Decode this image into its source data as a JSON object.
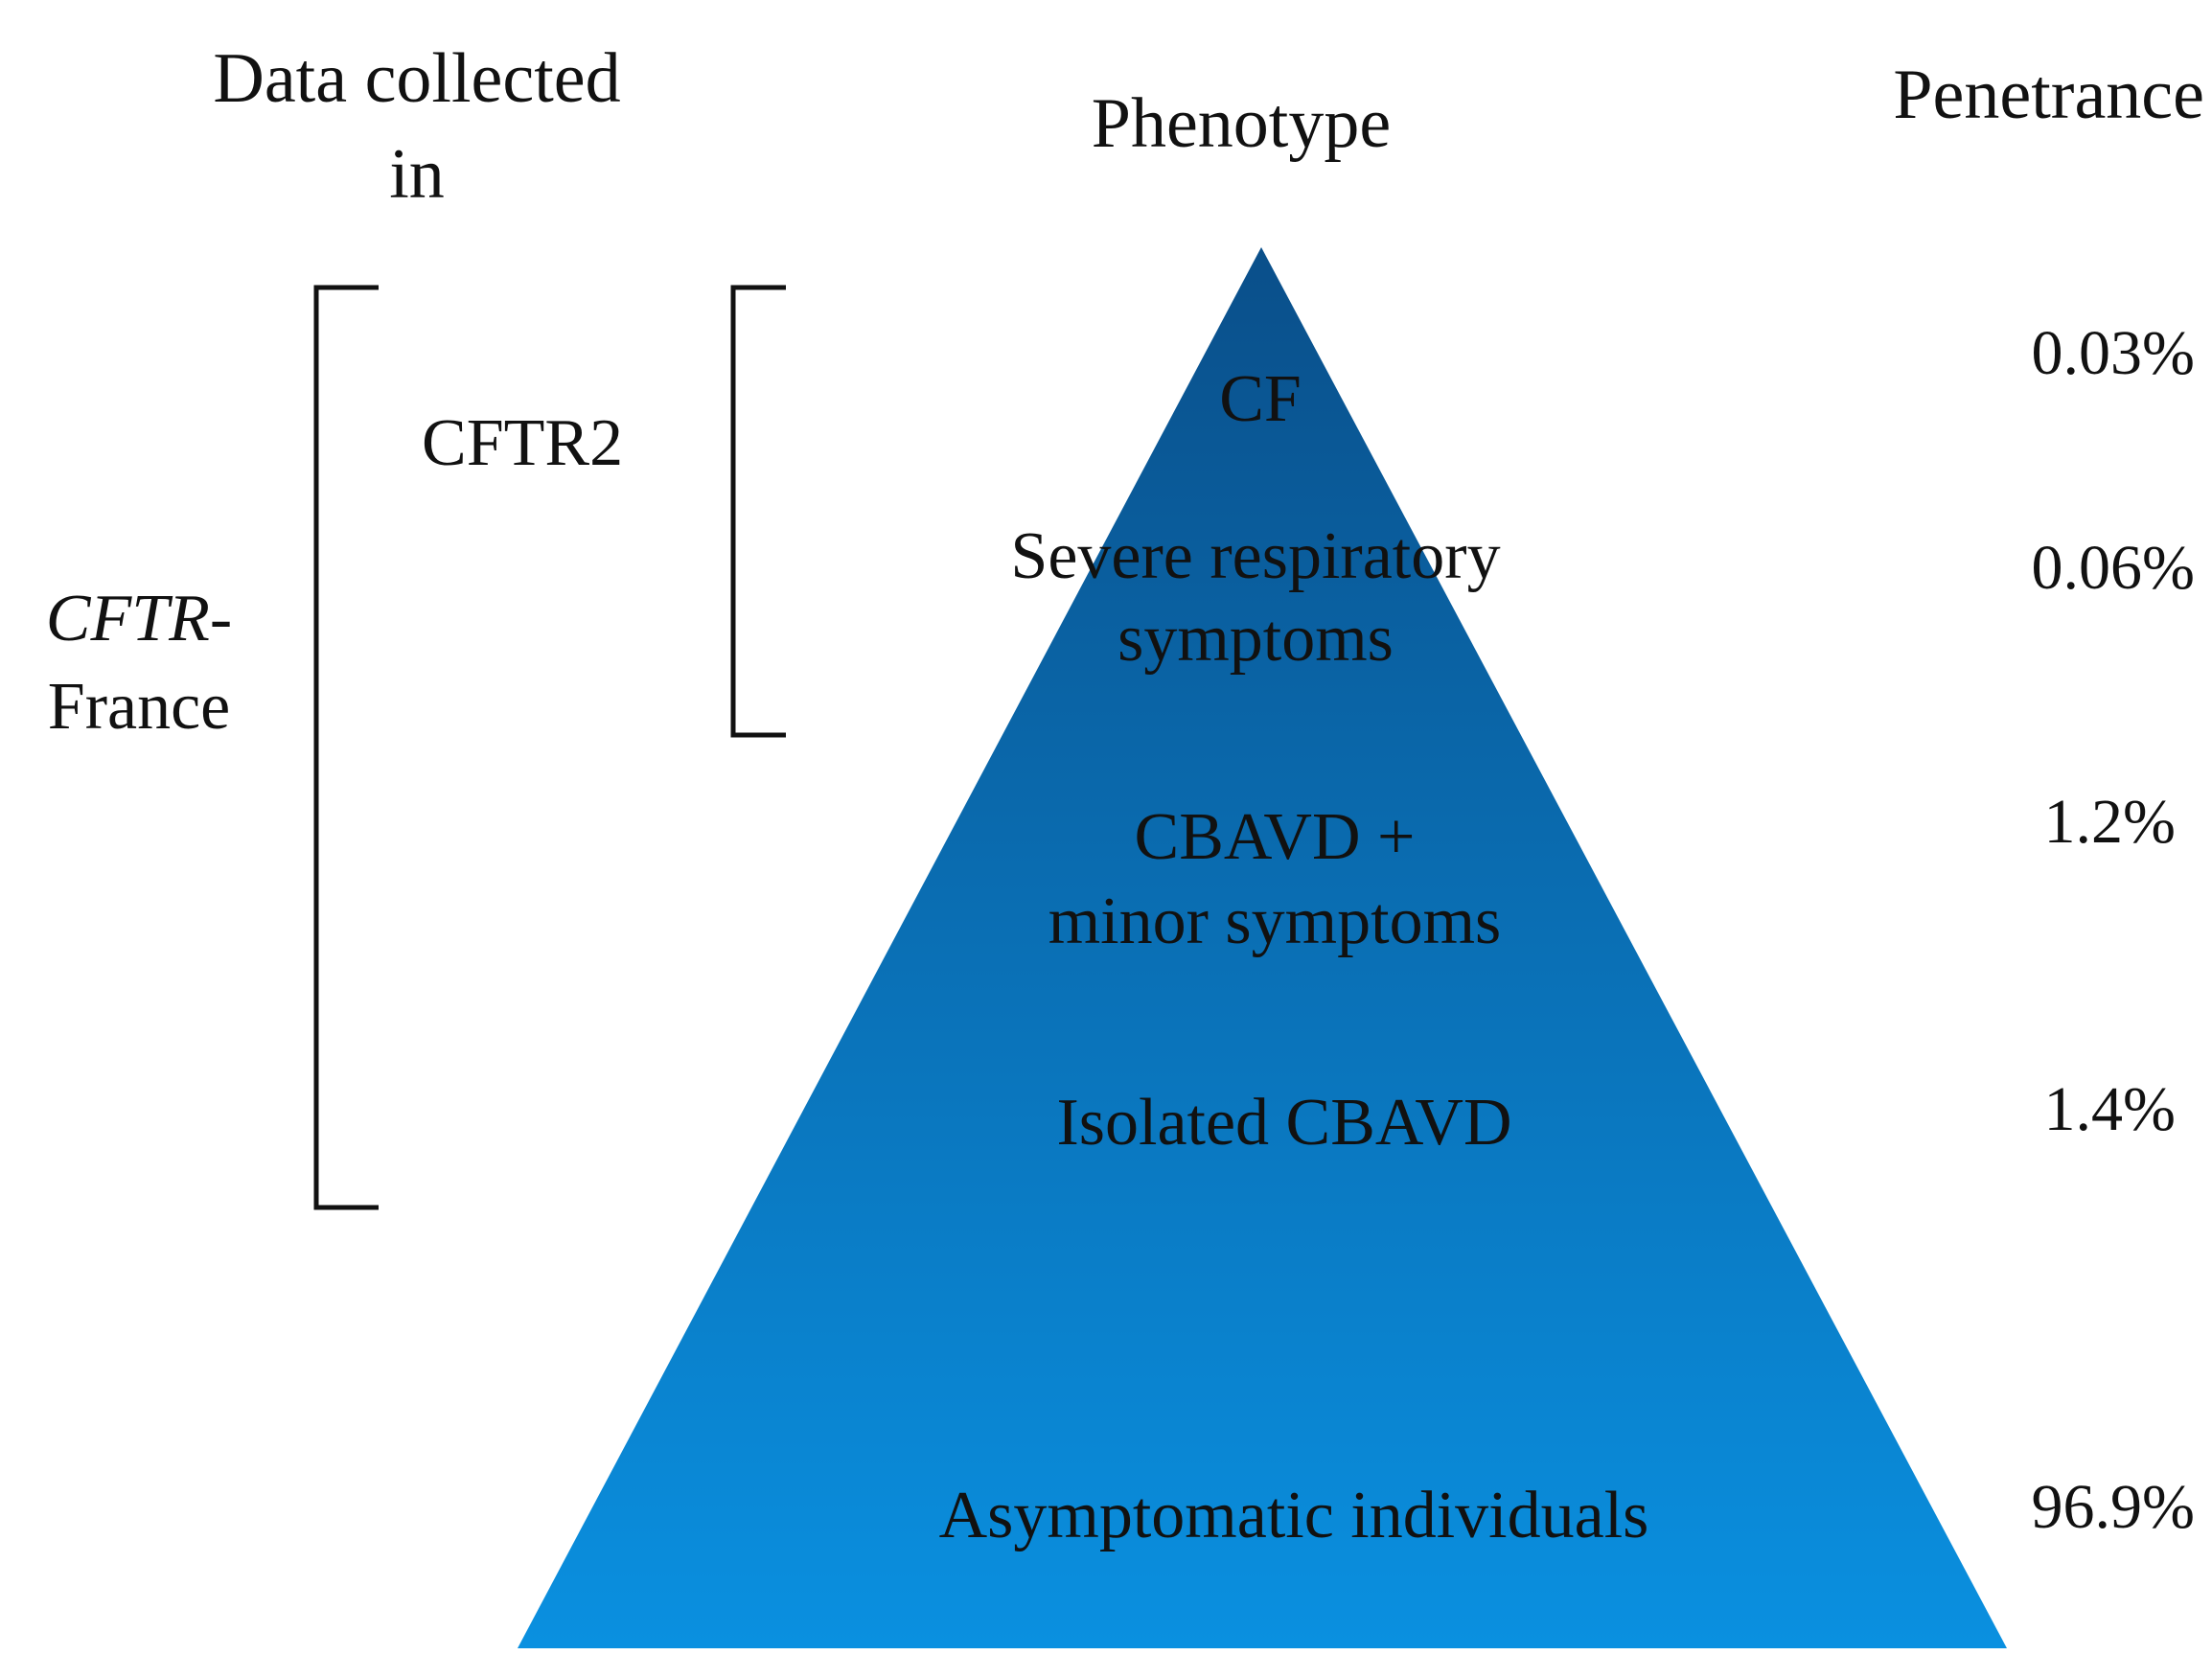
{
  "headers": {
    "data_collected": "Data collected in",
    "data_collected_line1": "Data collected",
    "data_collected_line2": "in",
    "phenotype": "Phenotype",
    "penetrance": "Penetrance"
  },
  "databases": {
    "cftr2": "CFTR2",
    "cftr_france_italic": "CFTR",
    "cftr_france_dash": "-",
    "cftr_france_line2": "France"
  },
  "pyramid_colors": {
    "top": "#0a4f8a",
    "bottom": "#0a90e0"
  },
  "levels": [
    {
      "phenotype": "CF",
      "penetrance": "0.03%",
      "penetrance_value": 0.03
    },
    {
      "phenotype_line1": "Severe respiratory",
      "phenotype_line2": "symptoms",
      "penetrance": "0.06%",
      "penetrance_value": 0.06
    },
    {
      "phenotype_line1": "CBAVD +",
      "phenotype_line2": "minor symptoms",
      "penetrance": "1.2%",
      "penetrance_value": 1.2
    },
    {
      "phenotype": "Isolated CBAVD",
      "penetrance": "1.4%",
      "penetrance_value": 1.4
    },
    {
      "phenotype": "Asymptomatic individuals",
      "penetrance": "96.9%",
      "penetrance_value": 96.9
    }
  ]
}
